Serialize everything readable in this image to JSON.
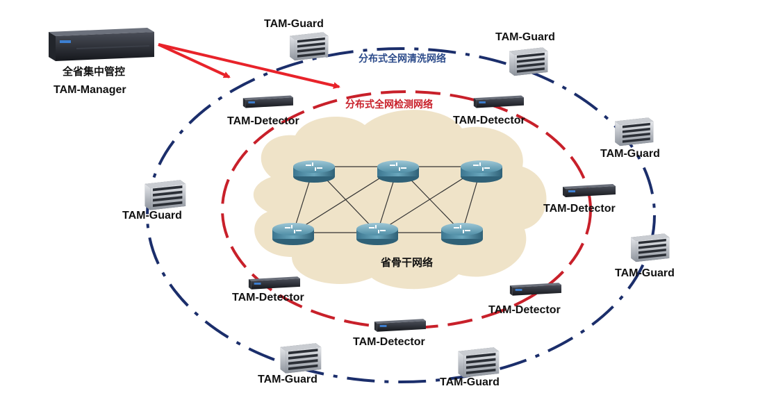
{
  "manager": {
    "title": "全省集中管控",
    "name": "TAM-Manager"
  },
  "guard_network": {
    "title": "分布式全网清洗网络",
    "color": "#1b2e6b"
  },
  "detector_network": {
    "title": "分布式全网检测网络",
    "color": "#c8202a"
  },
  "backbone": {
    "title": "省骨干网络",
    "cloud_color": "#efe3c8"
  },
  "guards": [
    {
      "label": "TAM-Guard"
    },
    {
      "label": "TAM-Guard"
    },
    {
      "label": "TAM-Guard"
    },
    {
      "label": "TAM-Guard"
    },
    {
      "label": "TAM-Guard"
    },
    {
      "label": "TAM-Guard"
    },
    {
      "label": "TAM-Guard"
    }
  ],
  "detectors": [
    {
      "label": "TAM-Detector"
    },
    {
      "label": "TAM-Detector"
    },
    {
      "label": "TAM-Detector"
    },
    {
      "label": "TAM-Detector"
    },
    {
      "label": "TAM-Detector"
    },
    {
      "label": "TAM-Detector"
    }
  ],
  "routers": [
    {},
    {},
    {},
    {},
    {},
    {}
  ],
  "arrow_color": "#e8232a"
}
